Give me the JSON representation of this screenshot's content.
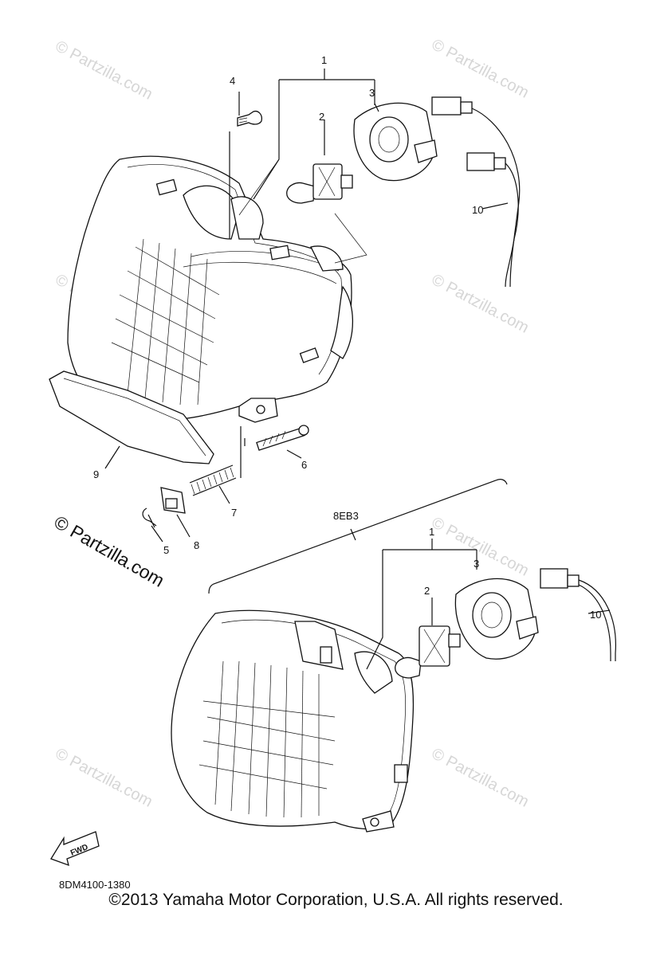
{
  "callouts": {
    "n1": "1",
    "n2": "2",
    "n3": "3",
    "n4": "4",
    "n5": "5",
    "n6": "6",
    "n7": "7",
    "n8": "8",
    "n9": "9",
    "n10": "10"
  },
  "variant_label": "8EB3",
  "diagram_code": "8DM4100-1380",
  "fwd_label": "FWD",
  "watermark": "© Partzilla.com",
  "copyright": "©2013 Yamaha Motor Corporation, U.S.A. All rights reserved."
}
